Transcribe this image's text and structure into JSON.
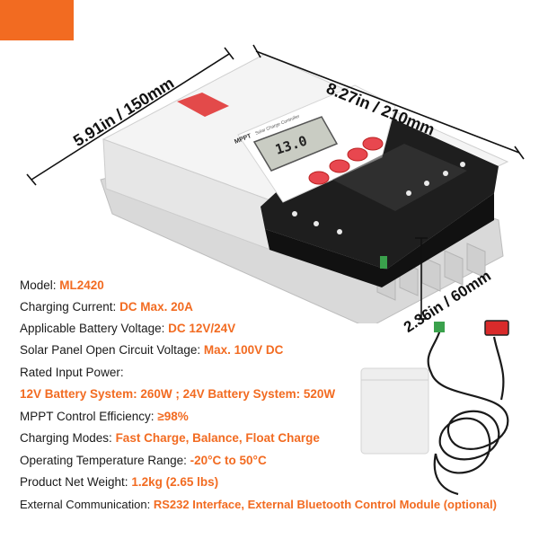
{
  "colors": {
    "accent": "#F26B21",
    "text": "#1a1a1a",
    "device_body": "#f1f1f1",
    "device_panel": "#1e1e1e",
    "button_red": "#e8474f"
  },
  "dimensions": {
    "width_label": "8.27in / 210mm",
    "depth_label": "5.91in / 150mm",
    "height_label": "2.36in / 60mm"
  },
  "device": {
    "brand_text": "MPPT",
    "subtitle_text": "Solar Charge Controller",
    "lcd_reading": "13.0"
  },
  "specs": [
    {
      "label": "Model: ",
      "value": "ML2420"
    },
    {
      "label": "Charging Current: ",
      "value": "DC Max. 20A"
    },
    {
      "label": "Applicable Battery Voltage: ",
      "value": "DC 12V/24V"
    },
    {
      "label": "Solar Panel Open Circuit Voltage: ",
      "value": "Max. 100V DC"
    },
    {
      "label": "Rated Input Power:",
      "value": ""
    },
    {
      "label": "",
      "value": "12V Battery System: 260W ; 24V Battery System: 520W"
    },
    {
      "label": "MPPT Control Efficiency: ",
      "value": "≥98%"
    },
    {
      "label": "Charging Modes: ",
      "value": "Fast Charge, Balance, Float Charge"
    },
    {
      "label": "Operating Temperature Range: ",
      "value": "-20°C to 50°C"
    },
    {
      "label": "Product Net Weight: ",
      "value": "1.2kg (2.65 lbs)"
    },
    {
      "label": "External Communication: ",
      "value": "RS232 Interface, External Bluetooth Control Module (optional)"
    }
  ]
}
